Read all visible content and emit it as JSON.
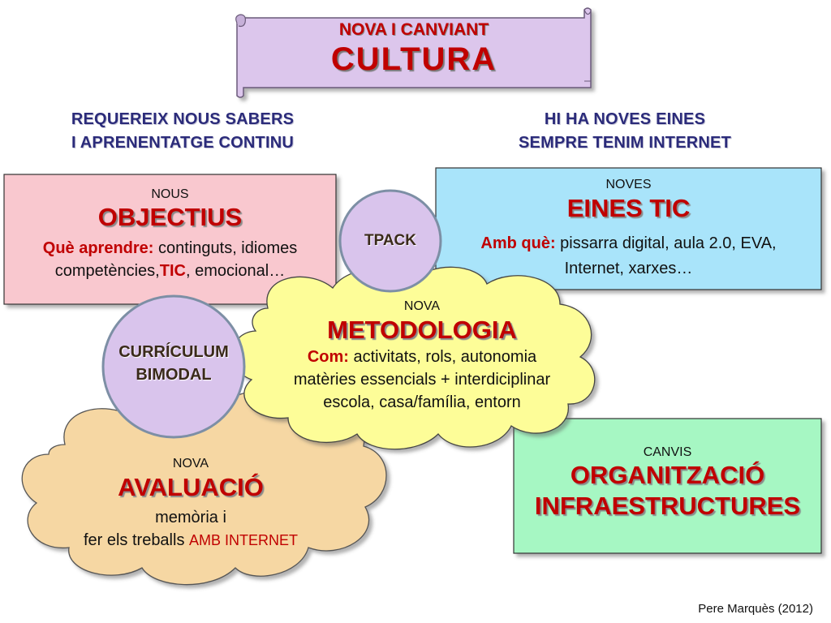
{
  "banner": {
    "subtitle": "NOVA I CANVIANT",
    "title": "CULTURA"
  },
  "left_heading": {
    "line1": "REQUEREIX NOUS SABERS",
    "line2": "I APRENENTATGE CONTINU"
  },
  "right_heading": {
    "line1": "HI HA NOVES EINES",
    "line2": "SEMPRE TENIM INTERNET"
  },
  "objectius": {
    "small": "NOUS",
    "title": "OBJECTIUS",
    "prefix": "Què aprendre:",
    "line1_rest": " continguts, idiomes",
    "line2_start": "competències,",
    "line2_tic": "TIC",
    "line2_end": ", emocional…"
  },
  "eines": {
    "small": "NOVES",
    "title": "EINES TIC",
    "prefix": "Amb què:",
    "line1_rest": " pissarra digital, aula 2.0, EVA,",
    "line2": "Internet, xarxes…"
  },
  "tpack": {
    "label": "TPACK"
  },
  "curriculum": {
    "line1": "CURRÍCULUM",
    "line2": "BIMODAL"
  },
  "metodologia": {
    "small": "NOVA",
    "title": "METODOLOGIA",
    "prefix": "Com:",
    "line1_rest": " activitats, rols,  autonomia",
    "line2": "matèries essencials + interdiciplinar",
    "line3": "escola, casa/família, entorn"
  },
  "avaluacio": {
    "small": "NOVA",
    "title": "AVALUACIÓ",
    "line1": "memòria i",
    "line2_start": "fer els treballs ",
    "line2_red": "AMB INTERNET"
  },
  "organitzacio": {
    "small": "CANVIS",
    "title1": "ORGANITZACIÓ",
    "title2": "INFRAESTRUCTURES"
  },
  "credit": "Pere Marquès (2012)",
  "colors": {
    "banner_fill": "#dcc6ec",
    "objectius_fill": "#f9c8cf",
    "eines_fill": "#a9e4fa",
    "organitzacio_fill": "#a6f7c3",
    "metodologia_fill": "#fdfd98",
    "avaluacio_fill": "#f6d7a3",
    "circle_fill": "#d9c4ec",
    "circle_stroke": "#7d8fa5",
    "title_red": "#c00000",
    "heading_blue": "#2b2b7a"
  }
}
